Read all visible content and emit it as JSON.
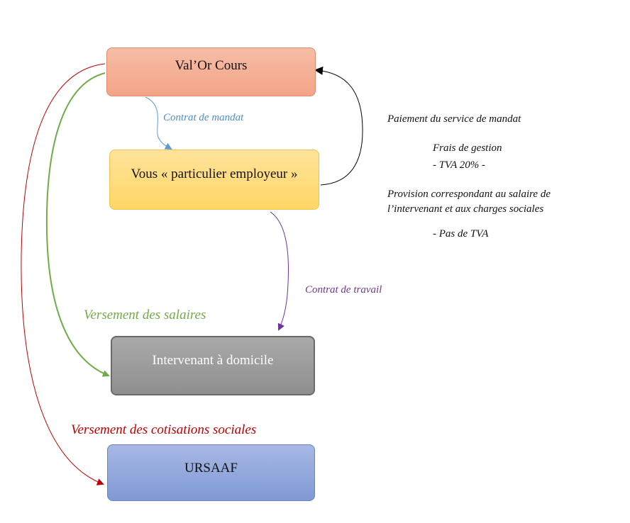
{
  "boxes": {
    "valor": "Val’Or Cours",
    "particulier": "Vous « particulier employeur »",
    "intervenant": "Intervenant à domicile",
    "ursaaf": "URSAAF"
  },
  "arrow_labels": {
    "mandat": "Contrat de mandat",
    "travail": "Contrat de travail",
    "salaires": "Versement des salaires",
    "cotisations": "Versement des cotisations sociales"
  },
  "notes": {
    "paiement": "Paiement du service de mandat",
    "frais": "Frais de gestion",
    "tva20": "- TVA 20% -",
    "provision_line1": "Provision correspondant au salaire de",
    "provision_line2": "l’intervenant et aux charges sociales",
    "pas_tva": "- Pas de TVA"
  },
  "colors": {
    "mandat_arrow": "#5b9bd5",
    "travail_arrow": "#7030a0",
    "salaires_arrow": "#70ad47",
    "cotisations_arrow": "#c00000",
    "paiement_arrow": "#000000"
  }
}
